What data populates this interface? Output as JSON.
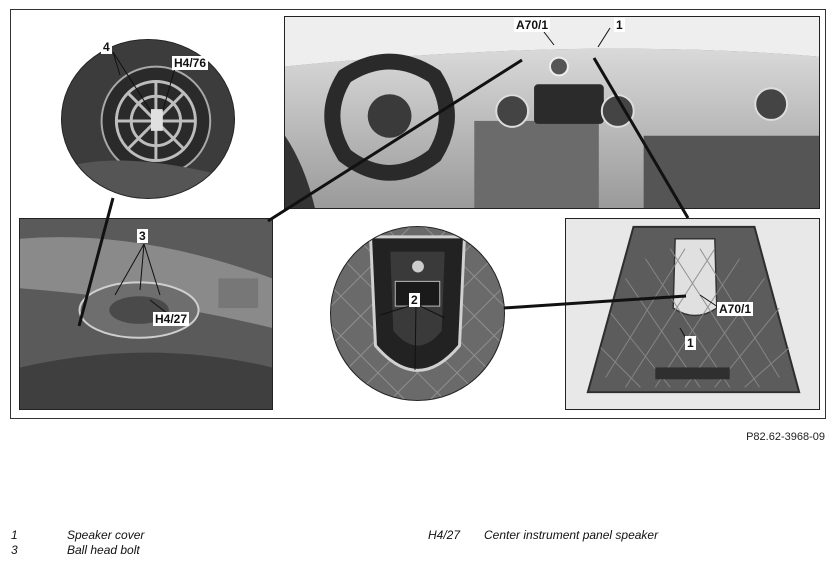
{
  "figure": {
    "reference": "P82.62-3968-09",
    "callouts": {
      "a70_top": "A70/1",
      "one_top": "1",
      "four": "4",
      "h4_76": "H4/76",
      "three": "3",
      "h4_27": "H4/27",
      "two": "2",
      "a70_right": "A70/1",
      "one_right": "1"
    }
  },
  "legend": {
    "left": [
      {
        "code": "1",
        "text": "Speaker cover"
      },
      {
        "code": "3",
        "text": "Ball head bolt"
      }
    ],
    "right": [
      {
        "code": "H4/27",
        "text": "Center instrument panel speaker"
      }
    ]
  }
}
